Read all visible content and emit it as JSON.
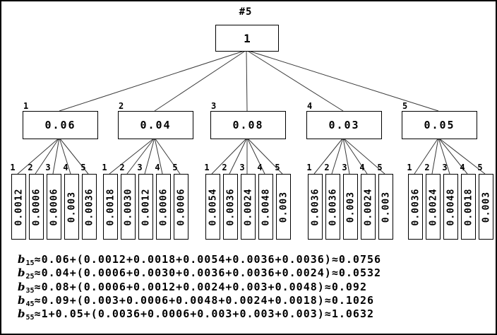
{
  "diagram": {
    "title": "#5",
    "root": {
      "value": "1"
    },
    "branches": [
      {
        "index": "1",
        "value": "0.06",
        "children": [
          {
            "index": "1",
            "value": "0.0012"
          },
          {
            "index": "2",
            "value": "0.0006"
          },
          {
            "index": "3",
            "value": "0.0006"
          },
          {
            "index": "4",
            "value": "0.003"
          },
          {
            "index": "5",
            "value": "0.0036"
          }
        ]
      },
      {
        "index": "2",
        "value": "0.04",
        "children": [
          {
            "index": "1",
            "value": "0.0018"
          },
          {
            "index": "2",
            "value": "0.0030"
          },
          {
            "index": "3",
            "value": "0.0012"
          },
          {
            "index": "4",
            "value": "0.0006"
          },
          {
            "index": "5",
            "value": "0.0006"
          }
        ]
      },
      {
        "index": "3",
        "value": "0.08",
        "children": [
          {
            "index": "1",
            "value": "0.0054"
          },
          {
            "index": "2",
            "value": "0.0036"
          },
          {
            "index": "3",
            "value": "0.0024"
          },
          {
            "index": "4",
            "value": "0.0048"
          },
          {
            "index": "5",
            "value": "0.003"
          }
        ]
      },
      {
        "index": "4",
        "value": "0.03",
        "children": [
          {
            "index": "1",
            "value": "0.0036"
          },
          {
            "index": "2",
            "value": "0.0036"
          },
          {
            "index": "3",
            "value": "0.003"
          },
          {
            "index": "4",
            "value": "0.0024"
          },
          {
            "index": "5",
            "value": "0.003"
          }
        ]
      },
      {
        "index": "5",
        "value": "0.05",
        "children": [
          {
            "index": "1",
            "value": "0.0036"
          },
          {
            "index": "2",
            "value": "0.0024"
          },
          {
            "index": "3",
            "value": "0.0048"
          },
          {
            "index": "4",
            "value": "0.0018"
          },
          {
            "index": "5",
            "value": "0.003"
          }
        ]
      }
    ]
  },
  "formulas": [
    {
      "var": "b",
      "sub": "15",
      "expr": "≈0.06+(0.0012+0.0018+0.0054+0.0036+0.0036)≈0.0756"
    },
    {
      "var": "b",
      "sub": "25",
      "expr": "≈0.04+(0.0006+0.0030+0.0036+0.0036+0.0024)≈0.0532"
    },
    {
      "var": "b",
      "sub": "35",
      "expr": "≈0.08+(0.0006+0.0012+0.0024+0.003+0.0048)≈0.092"
    },
    {
      "var": "b",
      "sub": "45",
      "expr": "≈0.09+(0.003+0.0006+0.0048+0.0024+0.0018)≈0.1026"
    },
    {
      "var": "b",
      "sub": "55",
      "expr": "≈1+0.05+(0.0036+0.0006+0.003+0.003+0.003)≈1.0632"
    }
  ],
  "colors": {
    "background": "#ffffff",
    "line": "#3a3a3a",
    "border": "#000000"
  }
}
